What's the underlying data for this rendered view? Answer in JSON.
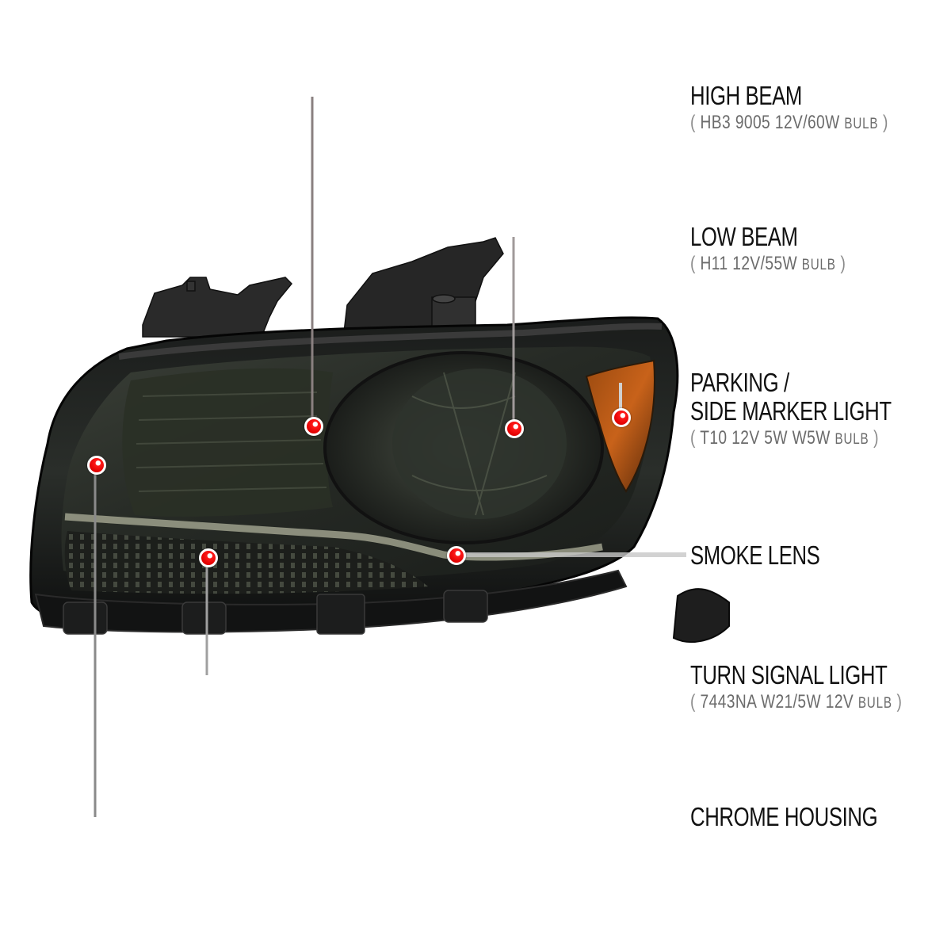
{
  "diagram": {
    "subject": "Smoked headlamp assembly with amber corner reflector",
    "colors": {
      "background": "#ffffff",
      "leader_start": "#8a8080",
      "leader_end": "#d40000",
      "pin": "#e00000",
      "title_text": "#111111",
      "spec_text": "#6b6b6b",
      "lens_smoke": "#2b2f2a",
      "amber": "#c55a12"
    },
    "callouts": [
      {
        "id": "high-beam",
        "title": "HIGH BEAM",
        "spec_open": "(",
        "spec": "HB3  9005  12V/60W",
        "spec_bulb": "BULB",
        "spec_close": ")",
        "pin": [
          395,
          537
        ]
      },
      {
        "id": "low-beam",
        "title": "LOW BEAM",
        "spec_open": "(",
        "spec": "H11  12V/55W",
        "spec_bulb": "BULB",
        "spec_close": ")",
        "pin": [
          648,
          540
        ]
      },
      {
        "id": "parking-side-marker",
        "title_line1": "PARKING /",
        "title_line2": "SIDE MARKER LIGHT",
        "spec_open": "(",
        "spec": "T10  12V 5W W5W",
        "spec_bulb": "BULB",
        "spec_close": ")",
        "pin": [
          783,
          526
        ]
      },
      {
        "id": "smoke-lens",
        "title": "SMOKE LENS",
        "pin": [
          575,
          700
        ]
      },
      {
        "id": "turn-signal",
        "title": "TURN SIGNAL LIGHT",
        "spec_open": "(",
        "spec": "7443NA  W21/5W 12V",
        "spec_bulb": "BULB",
        "spec_close": ")",
        "pin": [
          262,
          703
        ]
      },
      {
        "id": "chrome-housing",
        "title": "CHROME HOUSING",
        "pin": [
          121,
          586
        ]
      }
    ]
  }
}
